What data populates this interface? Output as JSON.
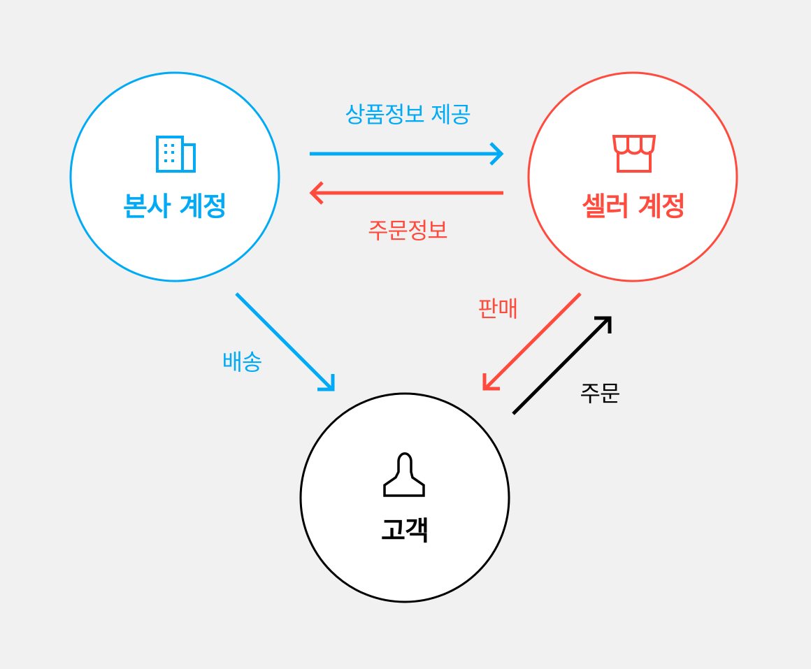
{
  "colors": {
    "hq": "#00aaf5",
    "seller": "#ff4b3e",
    "customer": "#000000",
    "background": "#f1f1f1"
  },
  "nodes": {
    "hq": {
      "label": "본사 계정",
      "icon": "building-icon"
    },
    "seller": {
      "label": "셀러 계정",
      "icon": "store-icon"
    },
    "customer": {
      "label": "고객",
      "icon": "person-icon"
    }
  },
  "edges": {
    "product_info": "상품정보 제공",
    "order_info": "주문정보",
    "shipping": "배송",
    "sale": "판매",
    "order": "주문"
  }
}
